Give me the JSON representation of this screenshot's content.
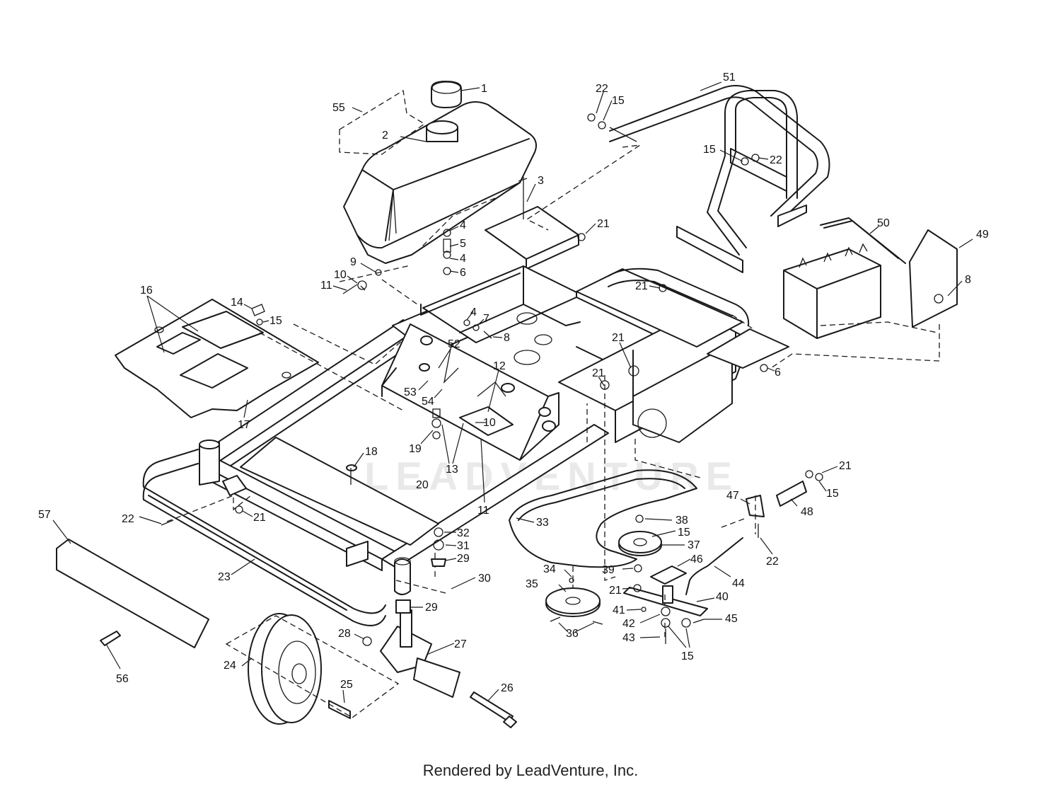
{
  "footer": {
    "credit": "Rendered by LeadVenture, Inc."
  },
  "watermark": {
    "text": "LEADVENTURE"
  },
  "callouts": [
    {
      "n": "1"
    },
    {
      "n": "2"
    },
    {
      "n": "3"
    },
    {
      "n": "4"
    },
    {
      "n": "5"
    },
    {
      "n": "4"
    },
    {
      "n": "6"
    },
    {
      "n": "9"
    },
    {
      "n": "10"
    },
    {
      "n": "11"
    },
    {
      "n": "55"
    },
    {
      "n": "22"
    },
    {
      "n": "15"
    },
    {
      "n": "51"
    },
    {
      "n": "15"
    },
    {
      "n": "22"
    },
    {
      "n": "21"
    },
    {
      "n": "50"
    },
    {
      "n": "49"
    },
    {
      "n": "8"
    },
    {
      "n": "21"
    },
    {
      "n": "16"
    },
    {
      "n": "14"
    },
    {
      "n": "15"
    },
    {
      "n": "17"
    },
    {
      "n": "4"
    },
    {
      "n": "7"
    },
    {
      "n": "8"
    },
    {
      "n": "52"
    },
    {
      "n": "53"
    },
    {
      "n": "54"
    },
    {
      "n": "12"
    },
    {
      "n": "21"
    },
    {
      "n": "21"
    },
    {
      "n": "6"
    },
    {
      "n": "10"
    },
    {
      "n": "19"
    },
    {
      "n": "13"
    },
    {
      "n": "11"
    },
    {
      "n": "18"
    },
    {
      "n": "20"
    },
    {
      "n": "57"
    },
    {
      "n": "22"
    },
    {
      "n": "21"
    },
    {
      "n": "23"
    },
    {
      "n": "32"
    },
    {
      "n": "31"
    },
    {
      "n": "29"
    },
    {
      "n": "30"
    },
    {
      "n": "29"
    },
    {
      "n": "28"
    },
    {
      "n": "27"
    },
    {
      "n": "24"
    },
    {
      "n": "25"
    },
    {
      "n": "26"
    },
    {
      "n": "56"
    },
    {
      "n": "33"
    },
    {
      "n": "34"
    },
    {
      "n": "35"
    },
    {
      "n": "36"
    },
    {
      "n": "38"
    },
    {
      "n": "15"
    },
    {
      "n": "37"
    },
    {
      "n": "39"
    },
    {
      "n": "21"
    },
    {
      "n": "41"
    },
    {
      "n": "42"
    },
    {
      "n": "43"
    },
    {
      "n": "46"
    },
    {
      "n": "40"
    },
    {
      "n": "15"
    },
    {
      "n": "45"
    },
    {
      "n": "44"
    },
    {
      "n": "47"
    },
    {
      "n": "48"
    },
    {
      "n": "21"
    },
    {
      "n": "15"
    },
    {
      "n": "22"
    }
  ]
}
